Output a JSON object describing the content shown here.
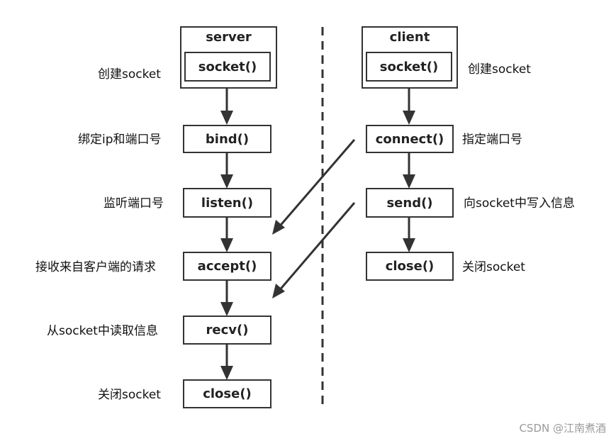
{
  "server": {
    "title": "server",
    "socket_fn": "socket()",
    "bind_fn": "bind()",
    "listen_fn": "listen()",
    "accept_fn": "accept()",
    "recv_fn": "recv()",
    "close_fn": "close()",
    "notes": {
      "socket": "创建socket",
      "bind": "绑定ip和端口号",
      "listen": "监听端口号",
      "accept": "接收来自客户端的请求",
      "recv": "从socket中读取信息",
      "close": "关闭socket"
    }
  },
  "client": {
    "title": "client",
    "socket_fn": "socket()",
    "connect_fn": "connect()",
    "send_fn": "send()",
    "close_fn": "close()",
    "notes": {
      "socket": "创建socket",
      "connect": "指定端口号",
      "send": "向socket中写入信息",
      "close": "关闭socket"
    }
  },
  "watermark": "CSDN @江南煮酒",
  "colors": {
    "stroke": "#333333",
    "text": "#222222",
    "watermark": "#9a9a9a"
  }
}
